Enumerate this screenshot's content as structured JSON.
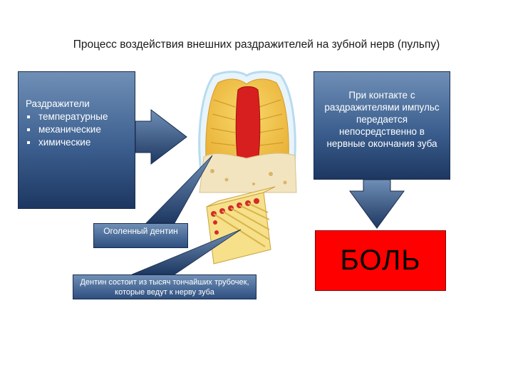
{
  "title": "Процесс воздействия внешних раздражителей на зубной нерв (пульпу)",
  "irritants": {
    "heading": "Раздражители",
    "items": [
      "температурные",
      "механические",
      "химические"
    ]
  },
  "contact_text": "При контакте с раздражителями импульс передается непосредственно в нервные окончания зуба",
  "pain_label": "БОЛЬ",
  "exposed_dentin_label": "Оголенный дентин",
  "dentin_tubules_text": "Дентин состоит из тысяч тончайших трубочек, которые ведут к нерву зуба",
  "colors": {
    "panel_blue": "#3c5f8f",
    "pain_red": "#ff0000",
    "pulp": "#d81f1f",
    "dentin": "#f3c84a"
  }
}
